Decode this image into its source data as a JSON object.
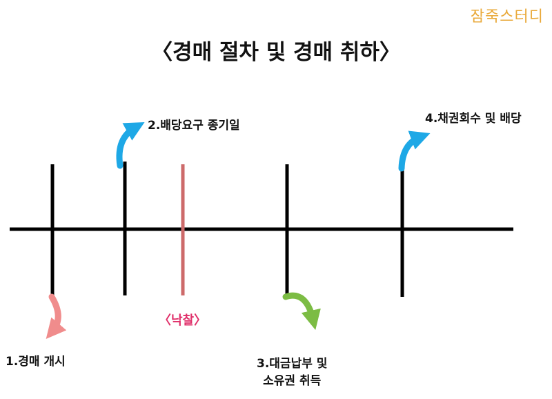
{
  "watermark": "잠죽스터디",
  "title": "〈경매 절차 및 경매 취하〉",
  "colors": {
    "line": "#000000",
    "sold_line": "#cd6a6a",
    "arrow_blue": "#1ea8e6",
    "arrow_pink": "#f08c8c",
    "arrow_green": "#7cbc44",
    "sold_text": "#e0306a"
  },
  "steps": [
    {
      "label": "1.경매 개시"
    },
    {
      "label": "2.배당요구 종기일"
    },
    {
      "label": "〈낙찰〉"
    },
    {
      "label_line1": "3.대금납부 및",
      "label_line2": "소유권 취득"
    },
    {
      "label": "4.채권회수 및 배당"
    }
  ]
}
